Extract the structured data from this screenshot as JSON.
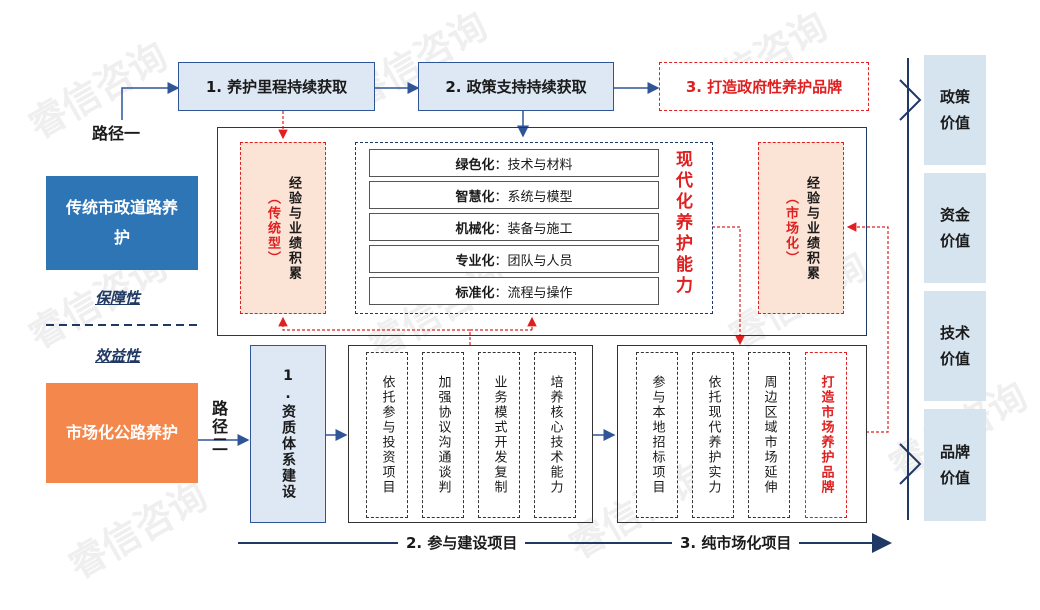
{
  "watermark": "睿信咨询",
  "top_steps": [
    {
      "label": "1.  养护里程持续获取"
    },
    {
      "label": "2.  政策支持持续获取"
    },
    {
      "label": "3.  打造政府性养护品牌"
    }
  ],
  "path_one": "路径一",
  "path_two": "路径二",
  "left_blue": "传统市政道路养护",
  "left_orange": "市场化公路养护",
  "guarantee": "保障性",
  "benefit": "效益性",
  "exp_left": {
    "main": "经验与业绩积累",
    "sub": "（传统型）"
  },
  "exp_right": {
    "main": "经验与业绩积累",
    "sub": "（市场化）"
  },
  "modern_rows": [
    {
      "key": "绿色化",
      "val": "：技术与材料"
    },
    {
      "key": "智慧化",
      "val": "：系统与模型"
    },
    {
      "key": "机械化",
      "val": "：装备与施工"
    },
    {
      "key": "专业化",
      "val": "：团队与人员"
    },
    {
      "key": "标准化",
      "val": "：流程与操作"
    }
  ],
  "modern_title": "现代化养护能力",
  "qualification": "1.资质体系建设",
  "middle_cols": [
    "依托参与投资项目",
    "加强协议沟通谈判",
    "业务模式开发复制",
    "培养核心技术能力"
  ],
  "right_cols": [
    "参与本地招标项目",
    "依托现代养护实力",
    "周边区域市场延伸"
  ],
  "right_red": "打造市场养护品牌",
  "bottom_arrow_labels": [
    "2.  参与建设项目",
    "3.  纯市场化项目"
  ],
  "values": [
    "政策价值",
    "资金价值",
    "技术价值",
    "品牌价值"
  ]
}
